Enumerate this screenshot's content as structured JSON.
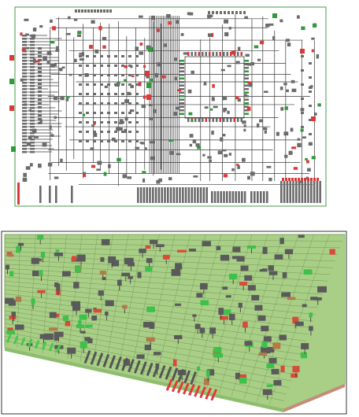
{
  "figure": {
    "panels": [
      {
        "id": "pcb-layout-2d",
        "kind": "pcb-routing-top-view"
      },
      {
        "id": "pcb-layout-3d",
        "kind": "pcb-routing-perspective-view"
      }
    ]
  },
  "colors": {
    "board_bg": "#ffffff",
    "board_border": "#4a9a4a",
    "trace": "#3a3a3a",
    "pad": "#6b6b6b",
    "pad_red": "#d83a3a",
    "pad_green": "#2e9a3a",
    "board_3d": "#a9cf86",
    "board_3d_dark": "#8fbd6e",
    "pad_3d": "#5a5a5a",
    "pad_3d_red": "#d84a3a",
    "pad_3d_green": "#3fc04a",
    "pad_3d_brown": "#b07a4a"
  }
}
